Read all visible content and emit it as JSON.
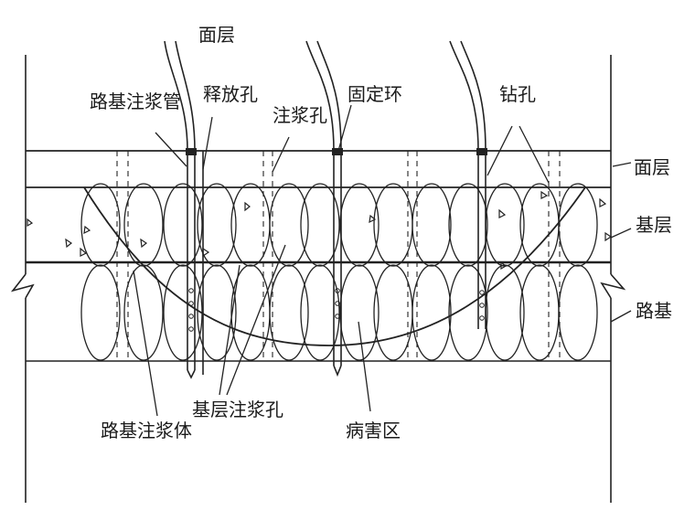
{
  "labels": {
    "surface_top": "面层",
    "subgrade_grouting_pipe": "路基注浆管",
    "release_hole": "释放孔",
    "grouting_hole": "注浆孔",
    "fixing_ring": "固定环",
    "drill_hole": "钻孔",
    "surface_layer": "面层",
    "base_layer": "基层",
    "subgrade": "路基",
    "base_grouting_hole": "基层注浆孔",
    "subgrade_grout_body": "路基注浆体",
    "defect_zone": "病害区"
  },
  "colors": {
    "line": "#222222",
    "background": "#ffffff"
  }
}
